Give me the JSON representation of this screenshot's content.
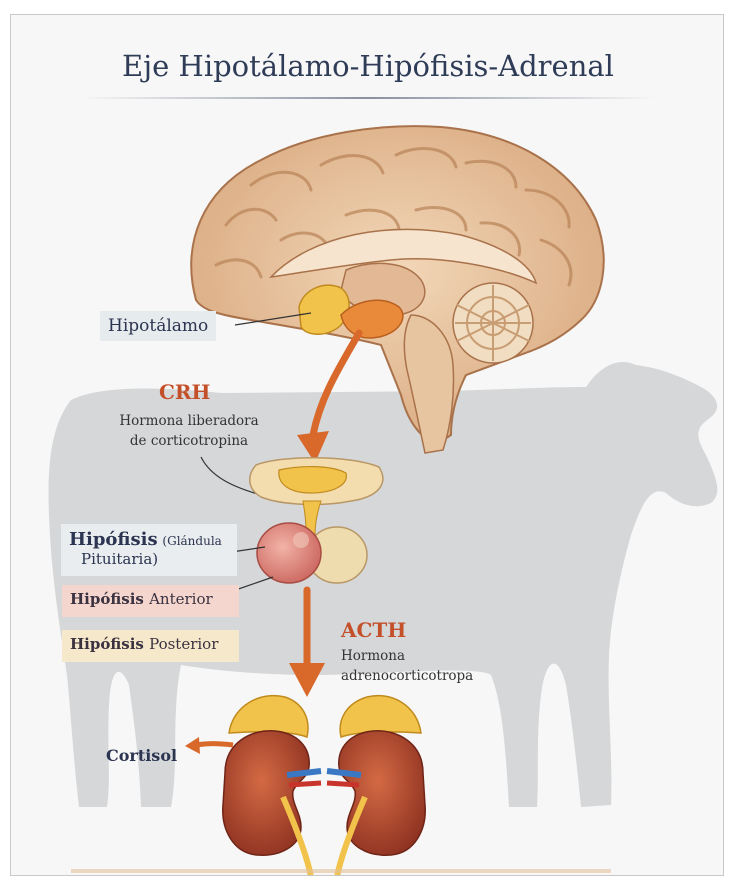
{
  "title": "Eje Hipotálamo-Hipófisis-Adrenal",
  "labels": {
    "hipotalamo": "Hipotálamo",
    "crh": "CRH",
    "crh_desc_line1": "Hormona liberadora",
    "crh_desc_line2": "de corticotropina",
    "hipofisis": "Hipófisis",
    "hipofisis_sub": "(Glándula",
    "hipofisis_line2": "Pituitaria)",
    "anterior_bold": "Hipófisis",
    "anterior_rest": "Anterior",
    "posterior_bold": "Hipófisis",
    "posterior_rest": "Posterior",
    "acth": "ACTH",
    "acth_desc_line1": "Hormona",
    "acth_desc_line2": "adrenocorticotropa",
    "cortisol": "Cortisol"
  },
  "colors": {
    "title": "#2f3c57",
    "hormone": "#c4502a",
    "arrow": "#d9682b",
    "cow_silhouette": "#cfd1d4",
    "brain": "#e8c7a4",
    "hypothalamus": "#f1c34b",
    "pituitary_anterior": "#e58c85",
    "pituitary_posterior": "#efdcae",
    "kidney": "#b4482f",
    "adrenal": "#f2c34a"
  },
  "icons": [
    "cow-silhouette",
    "brain-illustration",
    "pituitary-gland",
    "kidney-pair"
  ]
}
